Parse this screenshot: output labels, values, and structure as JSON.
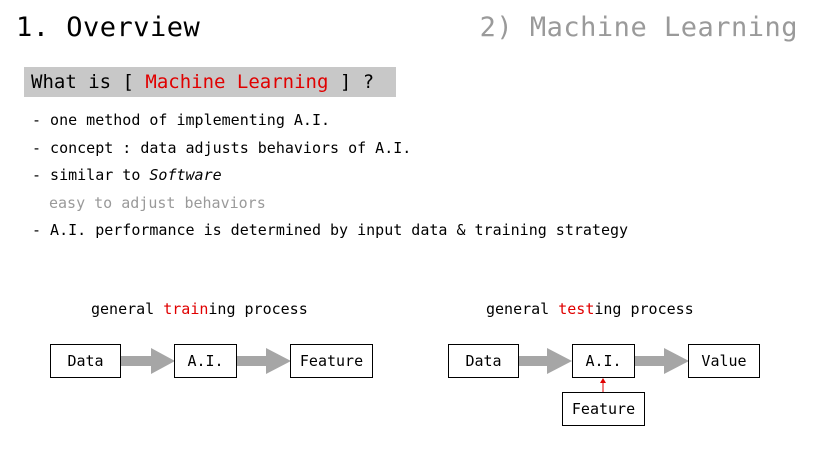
{
  "header": {
    "title": "1. Overview",
    "section": "2) Machine Learning"
  },
  "question": {
    "prefix": "What is [ ",
    "highlight": "Machine Learning",
    "suffix": " ] ?"
  },
  "bullets": {
    "b1": "- one method of implementing A.I.",
    "b2": "- concept : data adjusts behaviors of A.I.",
    "b3_prefix": "- similar to ",
    "b3_italic": "Software",
    "b3_sub": "easy to adjust behaviors",
    "b4": "- A.I. performance is determined by input data & training strategy"
  },
  "training": {
    "caption_prefix": "general ",
    "caption_highlight": "train",
    "caption_suffix": "ing process",
    "box1": "Data",
    "box2": "A.I.",
    "box3": "Feature"
  },
  "testing": {
    "caption_prefix": "general ",
    "caption_highlight": "test",
    "caption_suffix": "ing process",
    "box1": "Data",
    "box2": "A.I.",
    "box3": "Value",
    "box4": "Feature"
  },
  "colors": {
    "highlight": "#e00000",
    "arrow": "#a6a6a6",
    "muted": "#9a9a9a",
    "question_bg": "#c8c8c8"
  }
}
